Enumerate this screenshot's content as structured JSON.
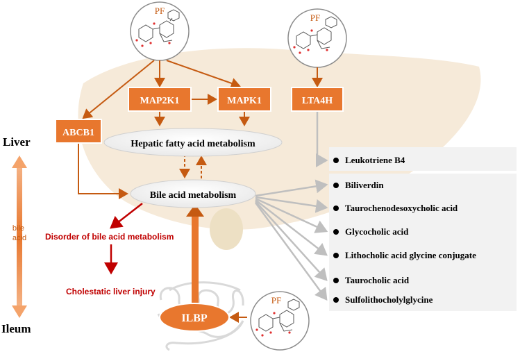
{
  "compound_label": "PF",
  "organs": {
    "liver": "Liver",
    "ileum": "Ileum",
    "axis": "bile\nacid"
  },
  "genes": {
    "abcb1": "ABCB1",
    "map2k1": "MAP2K1",
    "mapk1": "MAPK1",
    "lta4h": "LTA4H",
    "ilbp": "ILBP"
  },
  "processes": {
    "hepatic": "Hepatic fatty acid metabolism",
    "bile": "Bile acid metabolism"
  },
  "outcomes": {
    "disorder": "Disorder  of bile acid metabolism",
    "injury": "Cholestatic liver injury"
  },
  "metabolites_top": [
    "Leukotriene B4"
  ],
  "metabolites_bottom": [
    "Biliverdin",
    "Taurochenodesoxycholic acid",
    "Glycocholic acid",
    "Lithocholic acid glycine conjugate",
    "Taurocholic acid",
    "Sulfolithocholylglycine"
  ],
  "colors": {
    "orange": "#e8772e",
    "arrow": "#c55a11",
    "red": "#c00000",
    "gray_arrow": "#bfbfbf",
    "panel": "#f2f2f2",
    "liver": "#f6ead9"
  }
}
